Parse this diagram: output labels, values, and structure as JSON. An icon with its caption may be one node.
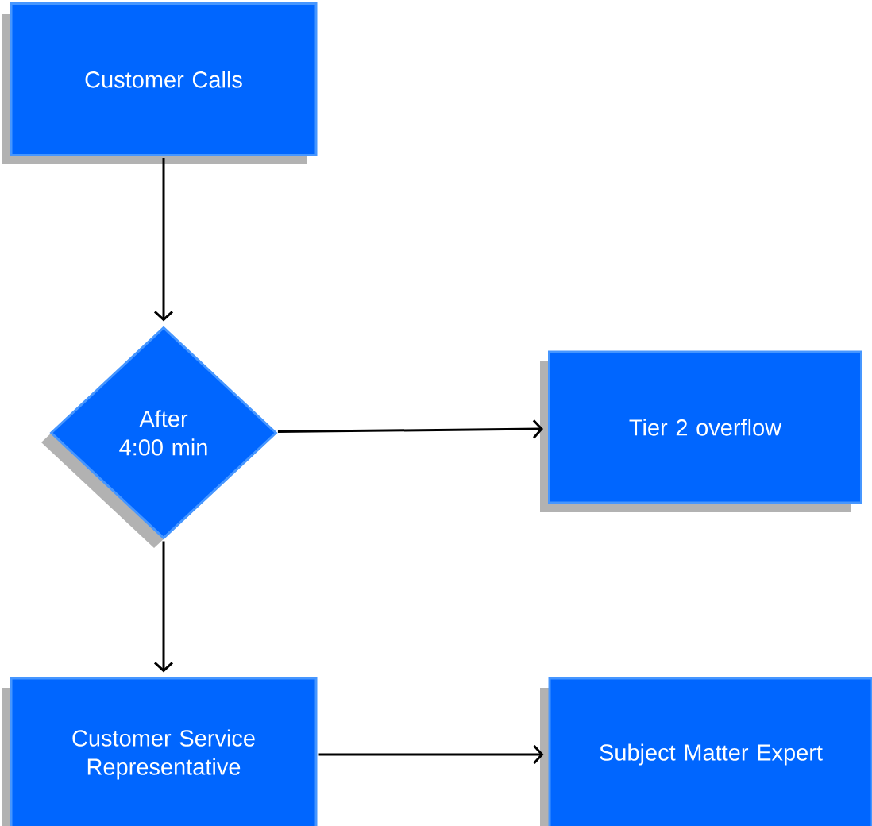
{
  "diagram": {
    "nodes": [
      {
        "text": [
          "Customer Calls"
        ]
      },
      {
        "text": [
          "After 4:00 min"
        ]
      },
      {
        "text": [
          "Tier 2 overflow"
        ]
      },
      {
        "text": [
          "Customer Service Representative"
        ]
      },
      {
        "text": [
          "Subject Matter Expert"
        ]
      }
    ],
    "edges": [
      {
        "from": 0,
        "to": 1,
        "arrow": "to"
      },
      {
        "from": 1,
        "to": 2,
        "arrow": "to"
      },
      {
        "from": 1,
        "to": 3,
        "arrow": "to"
      },
      {
        "from": 3,
        "to": 4,
        "arrow": "to"
      }
    ]
  }
}
